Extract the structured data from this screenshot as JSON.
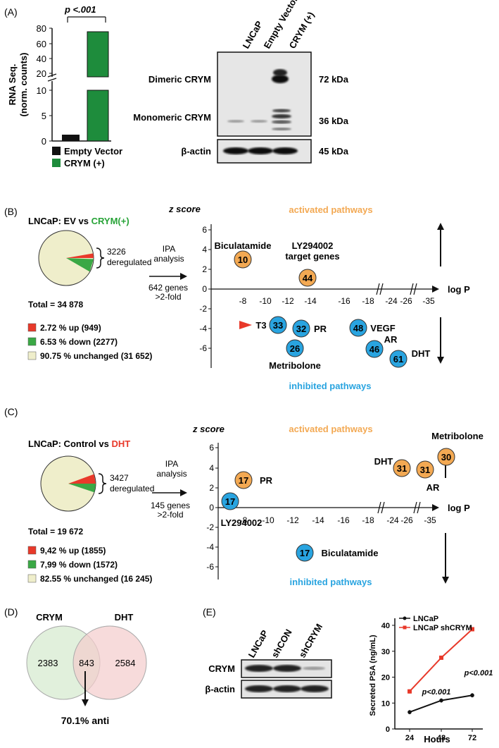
{
  "panels": {
    "A": {
      "label": "(A)",
      "p_value": "p <.001",
      "y_axis_label_1": "RNA Seq.",
      "y_axis_label_2": "(norm. counts)",
      "y_ticks_upper": [
        "80",
        "60",
        "40",
        "20"
      ],
      "y_ticks_lower": [
        "10",
        "5",
        "0"
      ],
      "legend": [
        {
          "label": "Empty Vector",
          "color": "#111111"
        },
        {
          "label": "CRYM (+)",
          "color": "#1e8c3c"
        }
      ],
      "blot_lanes": [
        "LNCaP",
        "Empty Vector",
        "CRYM (+)"
      ],
      "blot_rows": [
        "Dimeric CRYM",
        "Monomeric CRYM",
        "β-actin"
      ],
      "blot_sizes": [
        "72 kDa",
        "36 kDa",
        "45 kDa"
      ]
    },
    "B": {
      "label": "(B)",
      "title_prefix": "LNCaP: EV vs",
      "title_highlight": "CRYM(+)",
      "deregulated_count": "3226",
      "deregulated_label": "deregulated",
      "total": "Total = 34 878",
      "legend": [
        {
          "label": "2.72 % up (949)",
          "color": "#e8392a"
        },
        {
          "label": "6.53 % down (2277)",
          "color": "#3aa845"
        },
        {
          "label": "90.75 % unchanged (31 652)",
          "color": "#efeecb"
        }
      ],
      "ipa_1": "IPA",
      "ipa_2": "analysis",
      "genes_1": "642 genes",
      "genes_2": ">2-fold",
      "zscore_label": "z score",
      "activated_label": "activated pathways",
      "inhibited_label": "inhibited pathways",
      "y_ticks": [
        "6",
        "4",
        "2",
        "0",
        "-2",
        "-4",
        "-6"
      ],
      "x_ticks": [
        "-8",
        "-10",
        "-12",
        "-14",
        "-16",
        "-18",
        "-24",
        "-26",
        "-35"
      ],
      "x_axis_label": "log P",
      "nodes": [
        {
          "num": "10",
          "color": "#f3a953",
          "label": "Biculatamide"
        },
        {
          "num": "44",
          "color": "#f3a953",
          "label": "LY294002"
        },
        {
          "num": "33",
          "color": "#29a4e0",
          "label": "T3"
        },
        {
          "num": "32",
          "color": "#29a4e0",
          "label": "PR"
        },
        {
          "num": "26",
          "color": "#29a4e0",
          "label": "Metribolone"
        },
        {
          "num": "48",
          "color": "#29a4e0",
          "label": "VEGF"
        },
        {
          "num": "46",
          "color": "#29a4e0",
          "label": "AR"
        },
        {
          "num": "61",
          "color": "#29a4e0",
          "label": "DHT"
        }
      ],
      "ly_sub": "target genes"
    },
    "C": {
      "label": "(C)",
      "title_prefix": "LNCaP: Control vs",
      "title_highlight": "DHT",
      "deregulated_count": "3427",
      "deregulated_label": "deregulated",
      "total": "Total = 19 672",
      "legend": [
        {
          "label": "9,42 % up (1855)",
          "color": "#e8392a"
        },
        {
          "label": "7,99 % down (1572)",
          "color": "#3aa845"
        },
        {
          "label": "82.55 % unchanged (16 245)",
          "color": "#efeecb"
        }
      ],
      "ipa_1": "IPA",
      "ipa_2": "analysis",
      "genes_1": "145 genes",
      "genes_2": ">2-fold",
      "zscore_label": "z score",
      "activated_label": "activated pathways",
      "inhibited_label": "inhibited pathways",
      "y_ticks": [
        "6",
        "4",
        "2",
        "0",
        "-2",
        "-4",
        "-6"
      ],
      "x_ticks": [
        "-8",
        "-10",
        "-12",
        "-14",
        "-16",
        "-18",
        "-24",
        "-26",
        "-35"
      ],
      "x_axis_label": "log P",
      "nodes": [
        {
          "num": "17",
          "color": "#f3a953",
          "label": "PR"
        },
        {
          "num": "31",
          "color": "#f3a953",
          "label": "DHT"
        },
        {
          "num": "31",
          "color": "#f3a953",
          "label": "AR"
        },
        {
          "num": "30",
          "color": "#f3a953",
          "label": "Metribolone"
        },
        {
          "num": "17",
          "color": "#29a4e0",
          "label": "LY294002"
        },
        {
          "num": "17",
          "color": "#29a4e0",
          "label": "Biculatamide"
        }
      ]
    },
    "D": {
      "label": "(D)",
      "set_a": "CRYM",
      "set_b": "DHT",
      "only_a": "2383",
      "overlap": "843",
      "only_b": "2584",
      "note": "70.1% anti"
    },
    "E": {
      "label": "(E)",
      "blot_lanes": [
        "LNCaP",
        "shCON",
        "shCRYM"
      ],
      "blot_rows": [
        "CRYM",
        "β-actin"
      ],
      "chart_data": {
        "type": "line",
        "x": [
          24,
          48,
          72
        ],
        "xlabel": "Hours",
        "ylabel": "Secreted PSA (ng/mL)",
        "ylim": [
          0,
          40
        ],
        "y_ticks": [
          0,
          10,
          20,
          30,
          40
        ],
        "series": [
          {
            "name": "LNCaP",
            "color": "#111111",
            "values": [
              6.5,
              11,
              13
            ]
          },
          {
            "name": "LNCaP shCRYM",
            "color": "#e8392a",
            "values": [
              14.5,
              27.5,
              38.5
            ]
          }
        ],
        "annotations": [
          "p<0.001",
          "p<0.001"
        ]
      }
    }
  }
}
